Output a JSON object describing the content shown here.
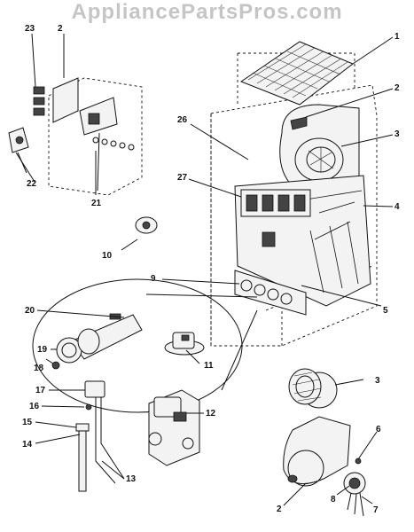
{
  "watermark": "AppliancePartsPros.com",
  "callouts": {
    "c1": "1",
    "c2": "2",
    "c2b": "2",
    "c2c": "2",
    "c3": "3",
    "c3b": "3",
    "c4": "4",
    "c5": "5",
    "c6": "6",
    "c7": "7",
    "c8": "8",
    "c9": "9",
    "c10": "10",
    "c11": "11",
    "c12": "12",
    "c13": "13",
    "c14": "14",
    "c15": "15",
    "c16": "16",
    "c17": "17",
    "c18": "18",
    "c19": "19",
    "c20": "20",
    "c21": "21",
    "c22": "22",
    "c23": "23",
    "c26": "26",
    "c27": "27"
  }
}
